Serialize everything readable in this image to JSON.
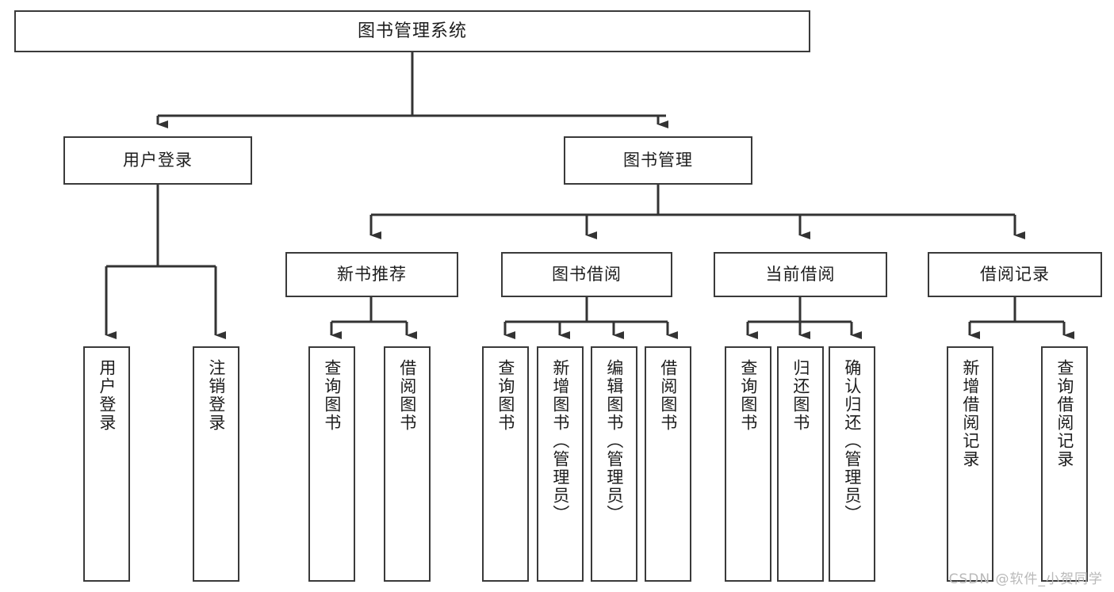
{
  "diagram": {
    "type": "tree",
    "title": "图书管理系统",
    "watermark": "CSDN @软件_小贺同学",
    "colors": {
      "box_border": "#3a3a3a",
      "box_fill": "#ffffff",
      "text": "#1d1d1d",
      "link": "#333333",
      "watermark": "#b9b9b9"
    },
    "root": {
      "id": "root",
      "label": "图书管理系统"
    },
    "level2": [
      {
        "id": "user-login",
        "label": "用户登录"
      },
      {
        "id": "book-manage",
        "label": "图书管理"
      }
    ],
    "level3": [
      {
        "id": "new-book-rec",
        "label": "新书推荐",
        "parent": "book-manage"
      },
      {
        "id": "book-borrow",
        "label": "图书借阅",
        "parent": "book-manage"
      },
      {
        "id": "current-borrow",
        "label": "当前借阅",
        "parent": "book-manage"
      },
      {
        "id": "borrow-record",
        "label": "借阅记录",
        "parent": "book-manage"
      }
    ],
    "leaves": [
      {
        "id": "leaf-user-login",
        "label": "用户登录",
        "parent": "user-login"
      },
      {
        "id": "leaf-logout",
        "label": "注销登录",
        "parent": "user-login"
      },
      {
        "id": "leaf-rec-query-book",
        "label": "查询图书",
        "parent": "new-book-rec"
      },
      {
        "id": "leaf-rec-borrow-book",
        "label": "借阅图书",
        "parent": "new-book-rec"
      },
      {
        "id": "leaf-borrow-query-book",
        "label": "查询图书",
        "parent": "book-borrow"
      },
      {
        "id": "leaf-add-book",
        "label": "新增图书（管理员）",
        "parent": "book-borrow"
      },
      {
        "id": "leaf-edit-book",
        "label": "编辑图书（管理员）",
        "parent": "book-borrow"
      },
      {
        "id": "leaf-borrow-book",
        "label": "借阅图书",
        "parent": "book-borrow"
      },
      {
        "id": "leaf-cur-query-book",
        "label": "查询图书",
        "parent": "current-borrow"
      },
      {
        "id": "leaf-return-book",
        "label": "归还图书",
        "parent": "current-borrow"
      },
      {
        "id": "leaf-confirm-return",
        "label": "确认归还（管理员）",
        "parent": "current-borrow"
      },
      {
        "id": "leaf-add-record",
        "label": "新增借阅记录",
        "parent": "borrow-record"
      },
      {
        "id": "leaf-query-record",
        "label": "查询借阅记录",
        "parent": "borrow-record"
      }
    ]
  }
}
